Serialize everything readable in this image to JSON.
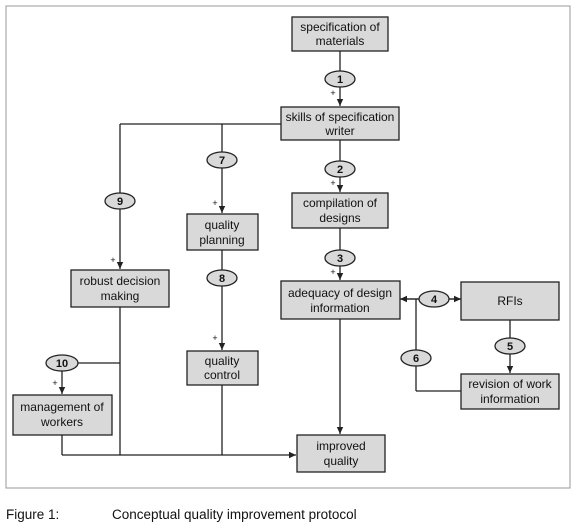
{
  "diagram": {
    "nodes": {
      "spec_materials": [
        "specification of",
        "materials"
      ],
      "skills": [
        "skills of specification",
        "writer"
      ],
      "compilation": [
        "compilation of",
        "designs"
      ],
      "adequacy": [
        "adequacy of design",
        "information"
      ],
      "rfis": [
        "RFIs"
      ],
      "revision": [
        "revision of work",
        "information"
      ],
      "quality_planning": [
        "quality",
        "planning"
      ],
      "quality_control": [
        "quality",
        "control"
      ],
      "robust": [
        "robust decision",
        "making"
      ],
      "management": [
        "management of",
        "workers"
      ],
      "improved": [
        "improved",
        "quality"
      ]
    },
    "links": {
      "l1": "1",
      "l2": "2",
      "l3": "3",
      "l4": "4",
      "l5": "5",
      "l6": "6",
      "l7": "7",
      "l8": "8",
      "l9": "9",
      "l10": "10"
    },
    "plus_sign": "+"
  },
  "caption": {
    "number": "Figure 1:",
    "text": "Conceptual quality improvement protocol"
  }
}
